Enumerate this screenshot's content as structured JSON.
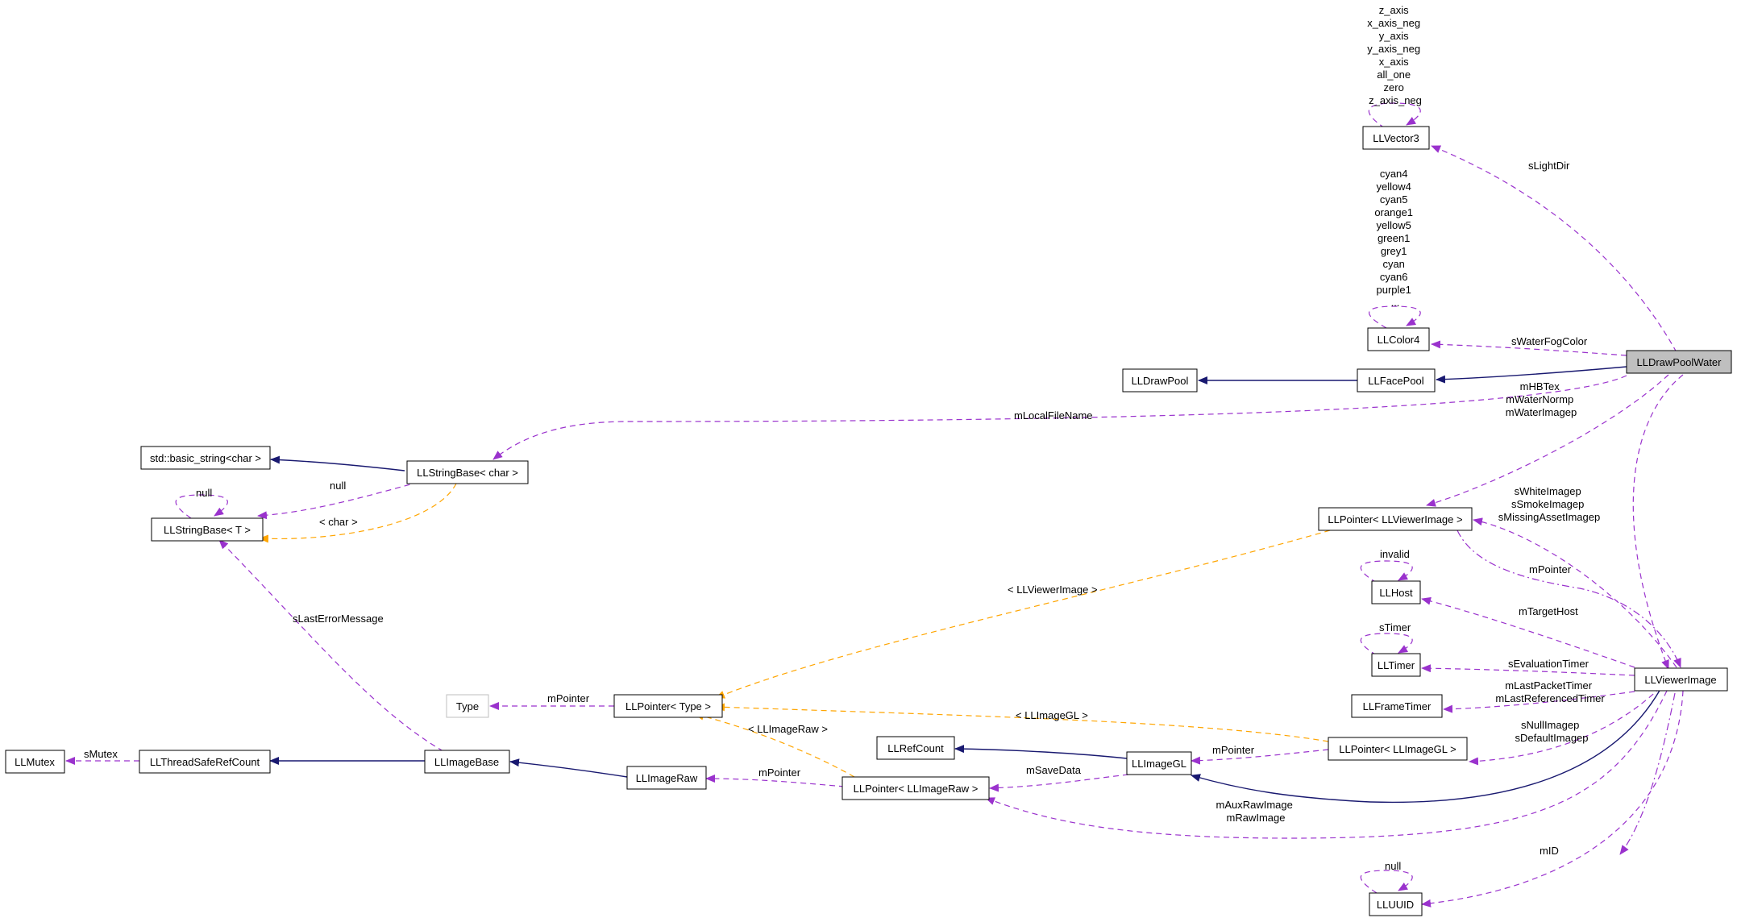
{
  "nodes": {
    "LLDrawPoolWater": "LLDrawPoolWater",
    "LLFacePool": "LLFacePool",
    "LLDrawPool": "LLDrawPool",
    "LLVector3": "LLVector3",
    "LLColor4": "LLColor4",
    "std_basic_string": "std::basic_string<char >",
    "LLStringBase_char": "LLStringBase< char >",
    "LLStringBase_T": "LLStringBase< T >",
    "LLPointer_LLViewerImage": "LLPointer< LLViewerImage >",
    "LLHost": "LLHost",
    "LLTimer": "LLTimer",
    "LLFrameTimer": "LLFrameTimer",
    "LLViewerImage": "LLViewerImage",
    "Type": "Type",
    "LLPointer_Type": "LLPointer< Type >",
    "LLRefCount": "LLRefCount",
    "LLImageGL": "LLImageGL",
    "LLPointer_LLImageGL": "LLPointer< LLImageGL >",
    "LLMutex": "LLMutex",
    "LLThreadSafeRefCount": "LLThreadSafeRefCount",
    "LLImageBase": "LLImageBase",
    "LLImageRaw": "LLImageRaw",
    "LLPointer_LLImageRaw": "LLPointer< LLImageRaw >",
    "LLUUID": "LLUUID"
  },
  "labels": {
    "vector3_statics": [
      "z_axis",
      "x_axis_neg",
      "y_axis",
      "y_axis_neg",
      "x_axis",
      "all_one",
      "zero",
      "z_axis_neg"
    ],
    "color4_statics": [
      "cyan4",
      "yellow4",
      "cyan5",
      "orange1",
      "yellow5",
      "green1",
      "grey1",
      "cyan",
      "cyan6",
      "purple1",
      "..."
    ],
    "sLightDir": "sLightDir",
    "sWaterFogColor": "sWaterFogColor",
    "water_textures": [
      "mHBTex",
      "mWaterNormp",
      "mWaterImagep"
    ],
    "mLocalFileName": "mLocalFileName",
    "string_null": "null",
    "string_null_self": "null",
    "char_tmpl": "< char >",
    "viewer_statics": [
      "sWhiteImagep",
      "sSmokeImagep",
      "sMissingAssetImagep"
    ],
    "host_invalid": "invalid",
    "mPointer_viewer": "mPointer",
    "mTargetHost": "mTargetHost",
    "timer_sTimer": "sTimer",
    "sEvaluationTimer": "sEvaluationTimer",
    "frame_timers": [
      "mLastPacketTimer",
      "mLastReferencedTimer"
    ],
    "null_images": [
      "sNullImagep",
      "sDefaultImagep"
    ],
    "viewerimage_tmpl": "< LLViewerImage >",
    "sLastErrorMessage": "sLastErrorMessage",
    "mPointer_type": "mPointer",
    "imagegl_tmpl": "< LLImageGL >",
    "imageraw_tmpl": "< LLImageRaw >",
    "mPointer_imagegl": "mPointer",
    "sMutex": "sMutex",
    "mPointer_imageraw": "mPointer",
    "mSaveData": "mSaveData",
    "raw_images": [
      "mAuxRawImage",
      "mRawImage"
    ],
    "mID": "mID",
    "uuid_null": "null"
  }
}
